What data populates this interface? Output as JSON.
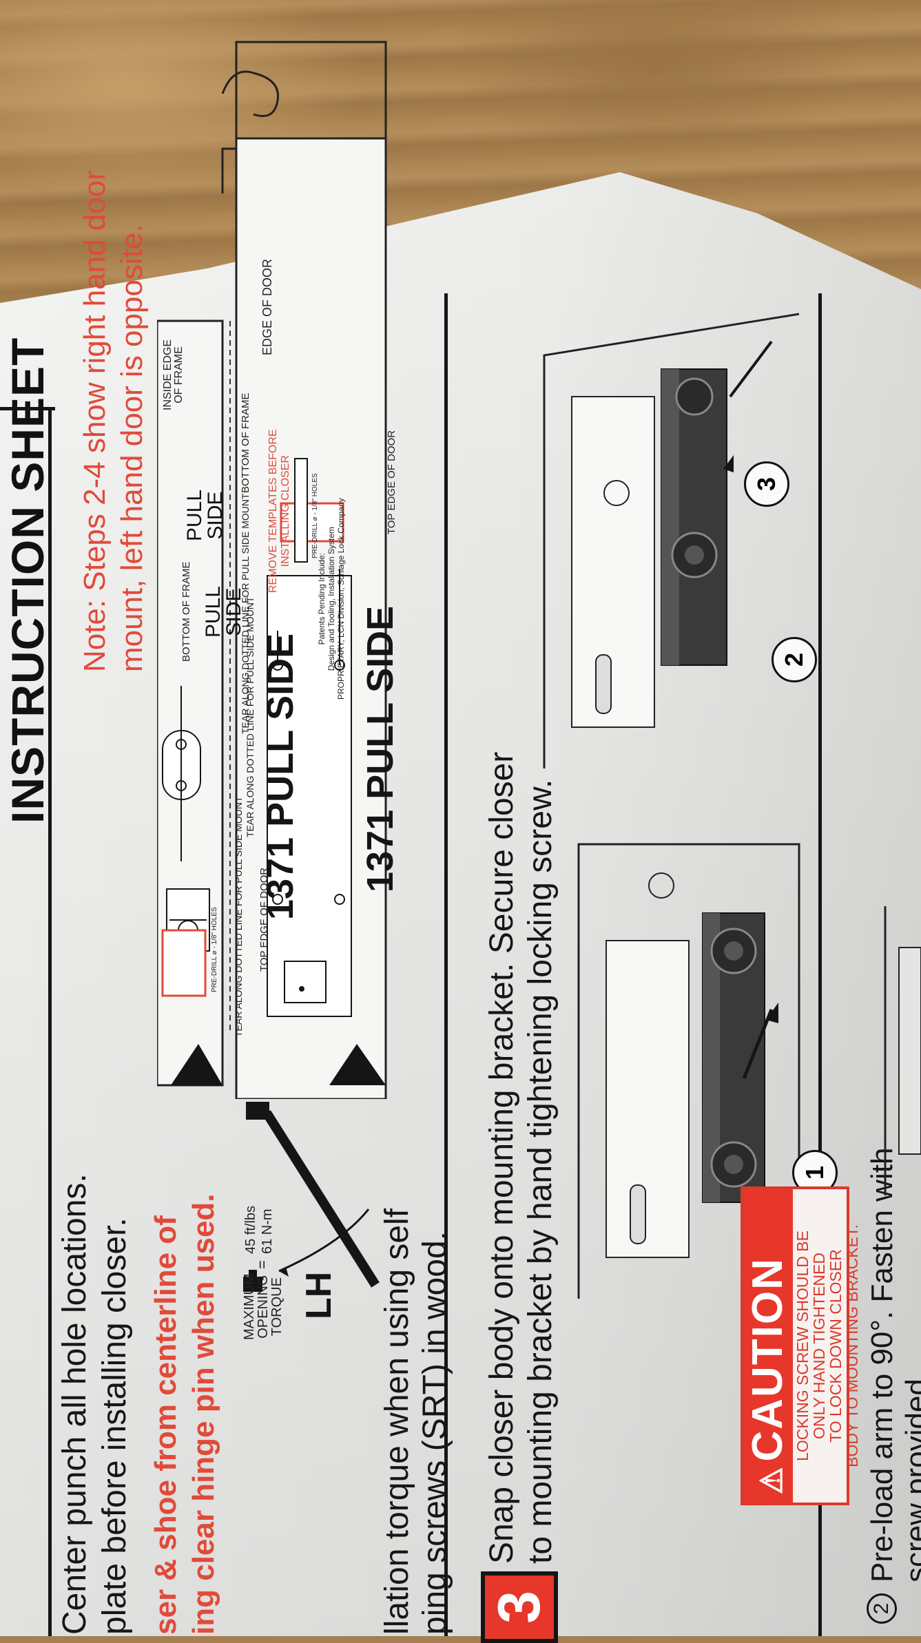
{
  "header": {
    "title": "INSTRUCTION SHEET"
  },
  "step_center_punch": {
    "line1": "Center punch all hole locations.",
    "line2": "plate before installing closer."
  },
  "step_riser": {
    "line1": "ser & shoe from centerline of",
    "line2": "ing clear hinge pin when used."
  },
  "torque_gauge": {
    "label_max": "MAXIMUM",
    "label_opening": "OPENING",
    "label_torque": "TORQUE",
    "equals": "=",
    "value_imperial": "45 ft/lbs",
    "value_metric": "61 N-m",
    "hand": "LH"
  },
  "torque_note": {
    "line1": "llation torque when using self",
    "line2": "ping screws (SRT) in wood."
  },
  "note": {
    "line1": "Note: Steps 2-4 show right hand door",
    "line2": "mount, left hand door is opposite."
  },
  "template": {
    "inside_edge_frame_1": "INSIDE EDGE",
    "inside_edge_frame_2": "OF FRAME",
    "pull_side_frame_1": "PULL",
    "pull_side_frame_2": "SIDE",
    "bottom_of_frame": "BOTTOM OF FRAME",
    "pull_side_door_1": "PULL",
    "pull_side_door_2": "SIDE",
    "bottom_of_frame_2": "BOTTOM OF FRAME",
    "tear_line_1": "TEAR ALONG DOTTED LINE FOR PULL SIDE MOUNT",
    "tear_line_2": "TEAR ALONG DOTTED LINE FOR PULL SIDE MOUNT",
    "tear_line_3": "TEAR ALONG DOTTED LINE FOR PULL SIDE MOUNT",
    "top_edge_door_1": "TOP EDGE OF DOOR",
    "edge_of_door": "EDGE OF DOOR",
    "top_edge_door_2": "TOP EDGE OF DOOR",
    "model_a": "1371 PULL SIDE",
    "model_b": "1371 PULL SIDE",
    "remove_templates_1": "REMOVE TEMPLATES BEFORE",
    "remove_templates_2": "INSTALLING CLOSER",
    "patents_1": "Patents Pending Include:",
    "patents_2": "Design and Tooling, Installation System",
    "patents_3": "PROPRIETARY, LCN Division, Schlage Lock Company",
    "drill_a": "PRE-DRILL ⌀ - 1/8\" HOLES",
    "drill_b": "PRE-DRILL ⌀ - 1/8\" HOLES"
  },
  "step3": {
    "number": "3",
    "line1": "Snap closer body onto mounting bracket. Secure closer",
    "line2": "to mounting bracket by hand tightening locking screw.",
    "callouts": [
      "1",
      "2",
      "3"
    ]
  },
  "caution": {
    "heading": "CAUTION",
    "line1": "LOCKING SCREW SHOULD BE",
    "line2": "ONLY HAND TIGHTENED",
    "line3": "TO LOCK DOWN CLOSER",
    "line4": "BODY TO MOUNTING BRACKET."
  },
  "step4": {
    "number": "2",
    "line1": "Pre-load arm to 90°. Fasten with",
    "line2": "screw provided."
  },
  "colors": {
    "accent_red": "#e6372a",
    "ink": "#151515",
    "paper": "#f1f1ef"
  }
}
